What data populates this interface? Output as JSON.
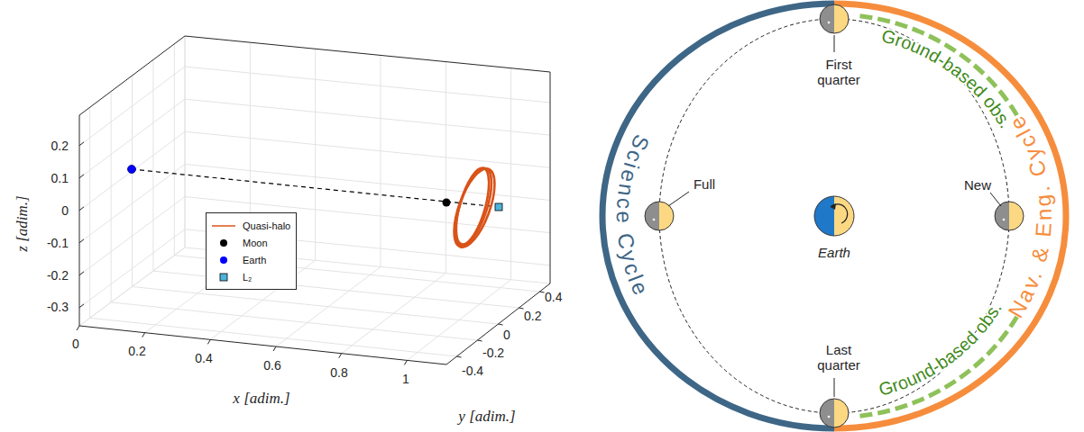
{
  "diagram": {
    "labels": [
      "0.2",
      "0.1",
      "0",
      "-0.1",
      "-0.2",
      "-0.3",
      "z [adim.]",
      "0",
      "0.2",
      "0.4",
      "0.6",
      "0.8",
      "1",
      "x [adim.]",
      "0.4",
      "0.2",
      "0",
      "-0.2",
      "-0.4",
      "y [adim.]",
      "First quarter",
      "Full",
      "New",
      "Last quarter",
      "Earth",
      "Science Cycle",
      "Nav. & Eng. Cycle",
      "Ground-based obs.",
      "Ground-based obs."
    ],
    "legend": [
      {
        "text": "Quasi-halo"
      },
      {
        "text": "Moon"
      },
      {
        "text": "Earth"
      },
      {
        "text": "L₂"
      }
    ]
  }
}
